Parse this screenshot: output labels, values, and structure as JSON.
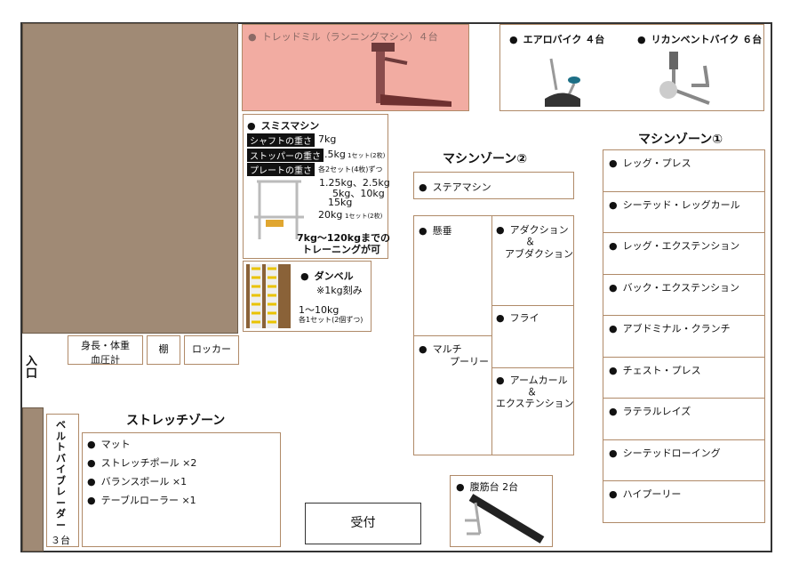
{
  "entrance": "入口",
  "treadmill": {
    "label": "トレッドミル（ランニングマシン）４台"
  },
  "bikes": {
    "aero": "エアロバイク ４台",
    "recumbent": "リカンベントバイク ６台"
  },
  "smith": {
    "title": "スミスマシン",
    "rows": [
      {
        "k": "シャフトの重さ",
        "v": "7kg",
        "n": ""
      },
      {
        "k": "ストッパーの重さ",
        "v": "2.5kg",
        "n": "1セット(2枚)"
      },
      {
        "k": "プレートの重さ",
        "v": "",
        "n": "各2セット(4枚)ずつ"
      }
    ],
    "plates": [
      "1.25kg、2.5kg",
      "5kg、10kg",
      "15kg",
      "20kg"
    ],
    "plates_note": "1セット(2枚)",
    "range": "7kg～120kgまでの",
    "range2": "トレーニングが可"
  },
  "dumbbell": {
    "title": "ダンベル",
    "step": "※1kg刻み",
    "range": "1～10kg",
    "note": "各1セット(2個ずつ)"
  },
  "fixtures": {
    "scale": "身長・体重",
    "scale2": "血圧計",
    "shelf": "棚",
    "locker": "ロッカー"
  },
  "belt": {
    "label": "ベルトバイブレーダー",
    "count": "３台"
  },
  "stretch": {
    "title": "ストレッチゾーン",
    "items": [
      "マット",
      "ストレッチポール ×2",
      "バランスボール ×1",
      "テーブルローラー ×1"
    ]
  },
  "reception": "受付",
  "zone2": {
    "title": "マシンゾーン②",
    "stair": "ステアマシン",
    "hang": "懸垂",
    "multi": "マルチ",
    "multi2": "プーリー",
    "adduction": "アダクション",
    "amp": "＆",
    "abduction": "アブダクション",
    "fly": "フライ",
    "armcurl": "アームカール",
    "extension": "エクステンション",
    "ab_bench": "腹筋台 2台"
  },
  "zone1": {
    "title": "マシンゾーン①",
    "items": [
      "レッグ・プレス",
      "シーテッド・レッグカール",
      "レッグ・エクステンション",
      "バック・エクステンション",
      "アブドミナル・クランチ",
      "チェスト・プレス",
      "ラテラルレイズ",
      "シーテッドローイング",
      "ハイプーリー"
    ]
  }
}
